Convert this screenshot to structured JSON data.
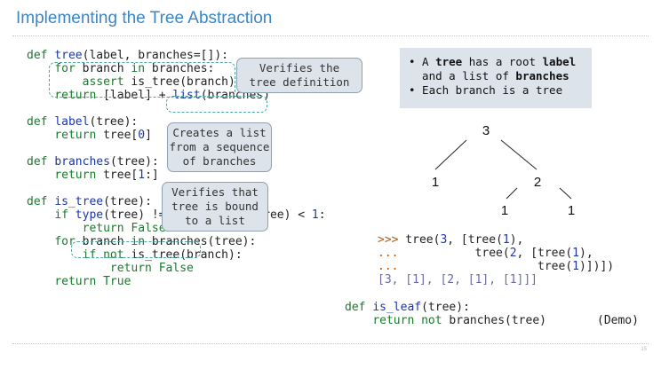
{
  "title": "Implementing the Tree Abstraction",
  "code_left": [
    "def tree(label, branches=[]):",
    "    for branch in branches:",
    "        assert is_tree(branch)",
    "    return [label] + list(branches)",
    "",
    "def label(tree):",
    "    return tree[0]",
    "",
    "def branches(tree):",
    "    return tree[1:]",
    "",
    "def is_tree(tree):",
    "    if type(tree) != list or len(tree) < 1:",
    "        return False",
    "    for branch in branches(tree):",
    "        if not is_tree(branch):",
    "            return False",
    "    return True"
  ],
  "callouts": {
    "verifies_definition": "Verifies the\ntree definition",
    "creates_list": "Creates a list\nfrom a sequence\nof branches",
    "verifies_bound": "Verifies that\ntree is bound\nto a list"
  },
  "info": {
    "bullet1_line1": "• A tree has a root label",
    "bullet1_line2": "  and a list of branches",
    "bullet2": "• Each branch is a tree"
  },
  "tree_nodes": {
    "root": "3",
    "left": "1",
    "right": "2",
    "right_left": "1",
    "right_right": "1"
  },
  "interactive": {
    "line1": ">>> tree(3, [tree(1),",
    "line2": "...           tree(2, [tree(1),",
    "line3": "...                    tree(1)])])",
    "output": "[3, [1], [2, [1], [1]]]"
  },
  "is_leaf": {
    "line1": "def is_leaf(tree):",
    "line2": "    return not branches(tree)"
  },
  "demo_label": "(Demo)",
  "page_number": "15",
  "colors": {
    "title": "#3a86c8",
    "keyword": "#1a7a2e",
    "function": "#1a36a8",
    "callout_bg": "#dce3ea"
  }
}
